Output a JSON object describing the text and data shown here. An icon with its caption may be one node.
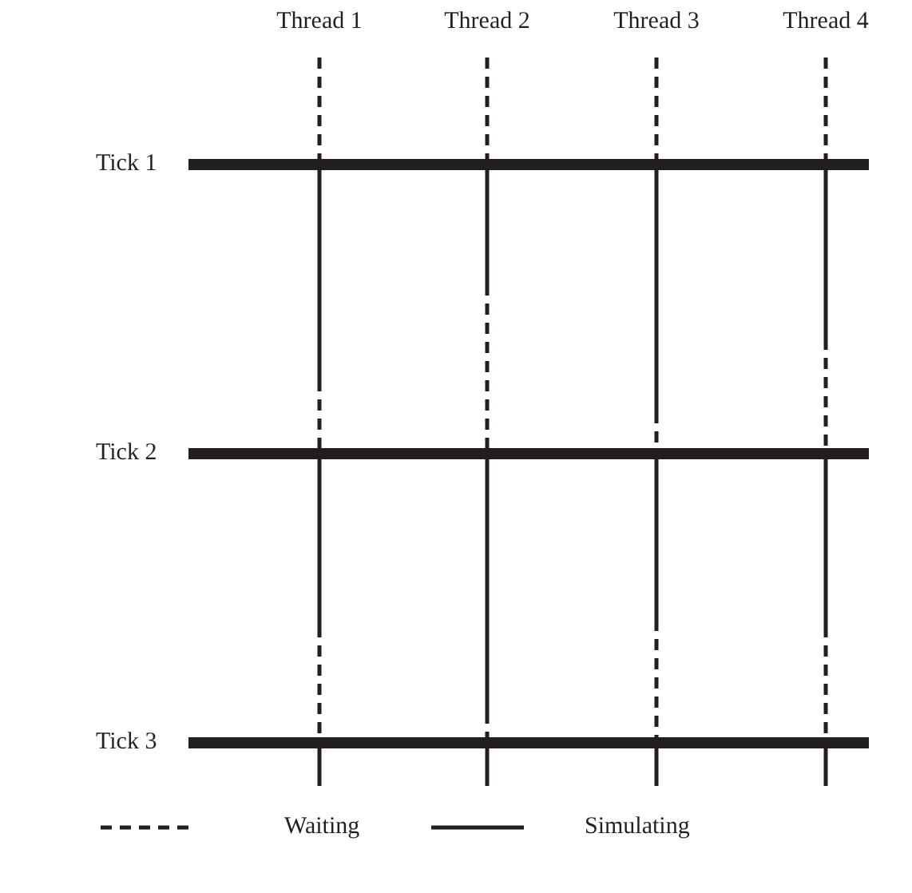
{
  "diagram": {
    "labels": [
      "Thread 1",
      "Thread 2",
      "Thread 3",
      "Thread 4",
      "Tick 1",
      "Tick 2",
      "Tick 3"
    ],
    "legend": [
      {
        "text": "Waiting"
      },
      {
        "text": "Simulating"
      }
    ]
  }
}
